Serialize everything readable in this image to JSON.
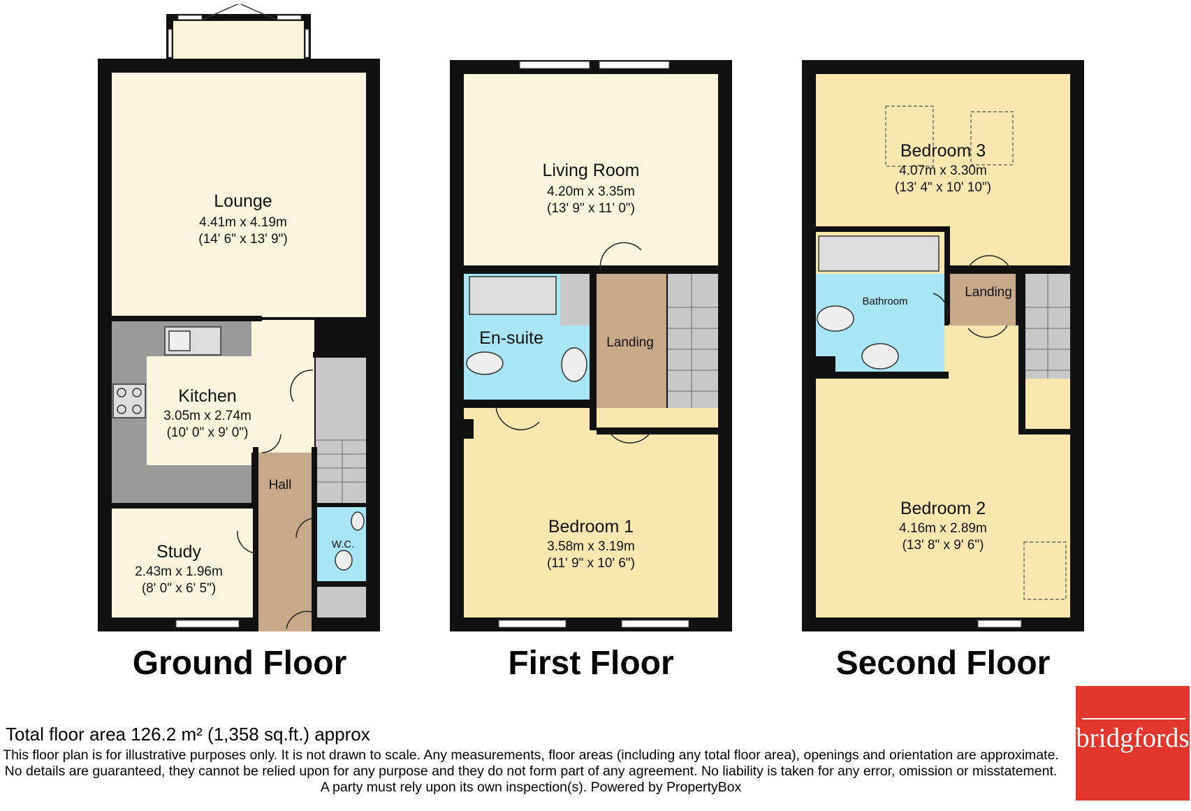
{
  "floors": [
    {
      "title": "Ground Floor",
      "rooms": [
        {
          "name": "Lounge",
          "metric": "4.41m x 4.19m",
          "imperial": "(14' 6\" x 13' 9\")"
        },
        {
          "name": "Kitchen",
          "metric": "3.05m x 2.74m",
          "imperial": "(10' 0\" x 9' 0\")"
        },
        {
          "name": "Hall"
        },
        {
          "name": "W.C."
        },
        {
          "name": "Study",
          "metric": "2.43m x 1.96m",
          "imperial": "(8' 0\" x 6' 5\")"
        }
      ]
    },
    {
      "title": "First Floor",
      "rooms": [
        {
          "name": "Living Room",
          "metric": "4.20m x 3.35m",
          "imperial": "(13' 9\" x 11' 0\")"
        },
        {
          "name": "En-suite"
        },
        {
          "name": "Landing"
        },
        {
          "name": "Bedroom 1",
          "metric": "3.58m x 3.19m",
          "imperial": "(11' 9\" x 10' 6\")"
        }
      ]
    },
    {
      "title": "Second Floor",
      "rooms": [
        {
          "name": "Bedroom 3",
          "metric": "4.07m x 3.30m",
          "imperial": "(13' 4\" x 10' 10\")"
        },
        {
          "name": "Bathroom"
        },
        {
          "name": "Landing"
        },
        {
          "name": "Bedroom 2",
          "metric": "4.16m x 2.89m",
          "imperial": "(13' 8\" x 9' 6\")"
        }
      ]
    }
  ],
  "footer": {
    "total_area": "Total floor area 126.2 m² (1,358 sq.ft.) approx",
    "disclaimer": "This floor plan is for illustrative purposes only. It is not drawn to scale. Any measurements, floor areas (including any total floor area), openings and orientation are approximate. No details are guaranteed, they cannot be relied upon for any purpose and they do not form part of any agreement. No liability is taken for any error, omission or misstatement. A party must rely upon its own inspection(s). Powered by PropertyBox"
  },
  "logo": {
    "text": "bridgfords"
  },
  "colors": {
    "wall": "#111111",
    "living": "#f8f5dc",
    "bedroom": "#f9e7b0",
    "kitchen": "#9a9a9a",
    "hall": "#c8a98a",
    "wet_room": "#a8e6f5",
    "storage": "#c8c8c8",
    "logo_bg": "#e2352b"
  }
}
